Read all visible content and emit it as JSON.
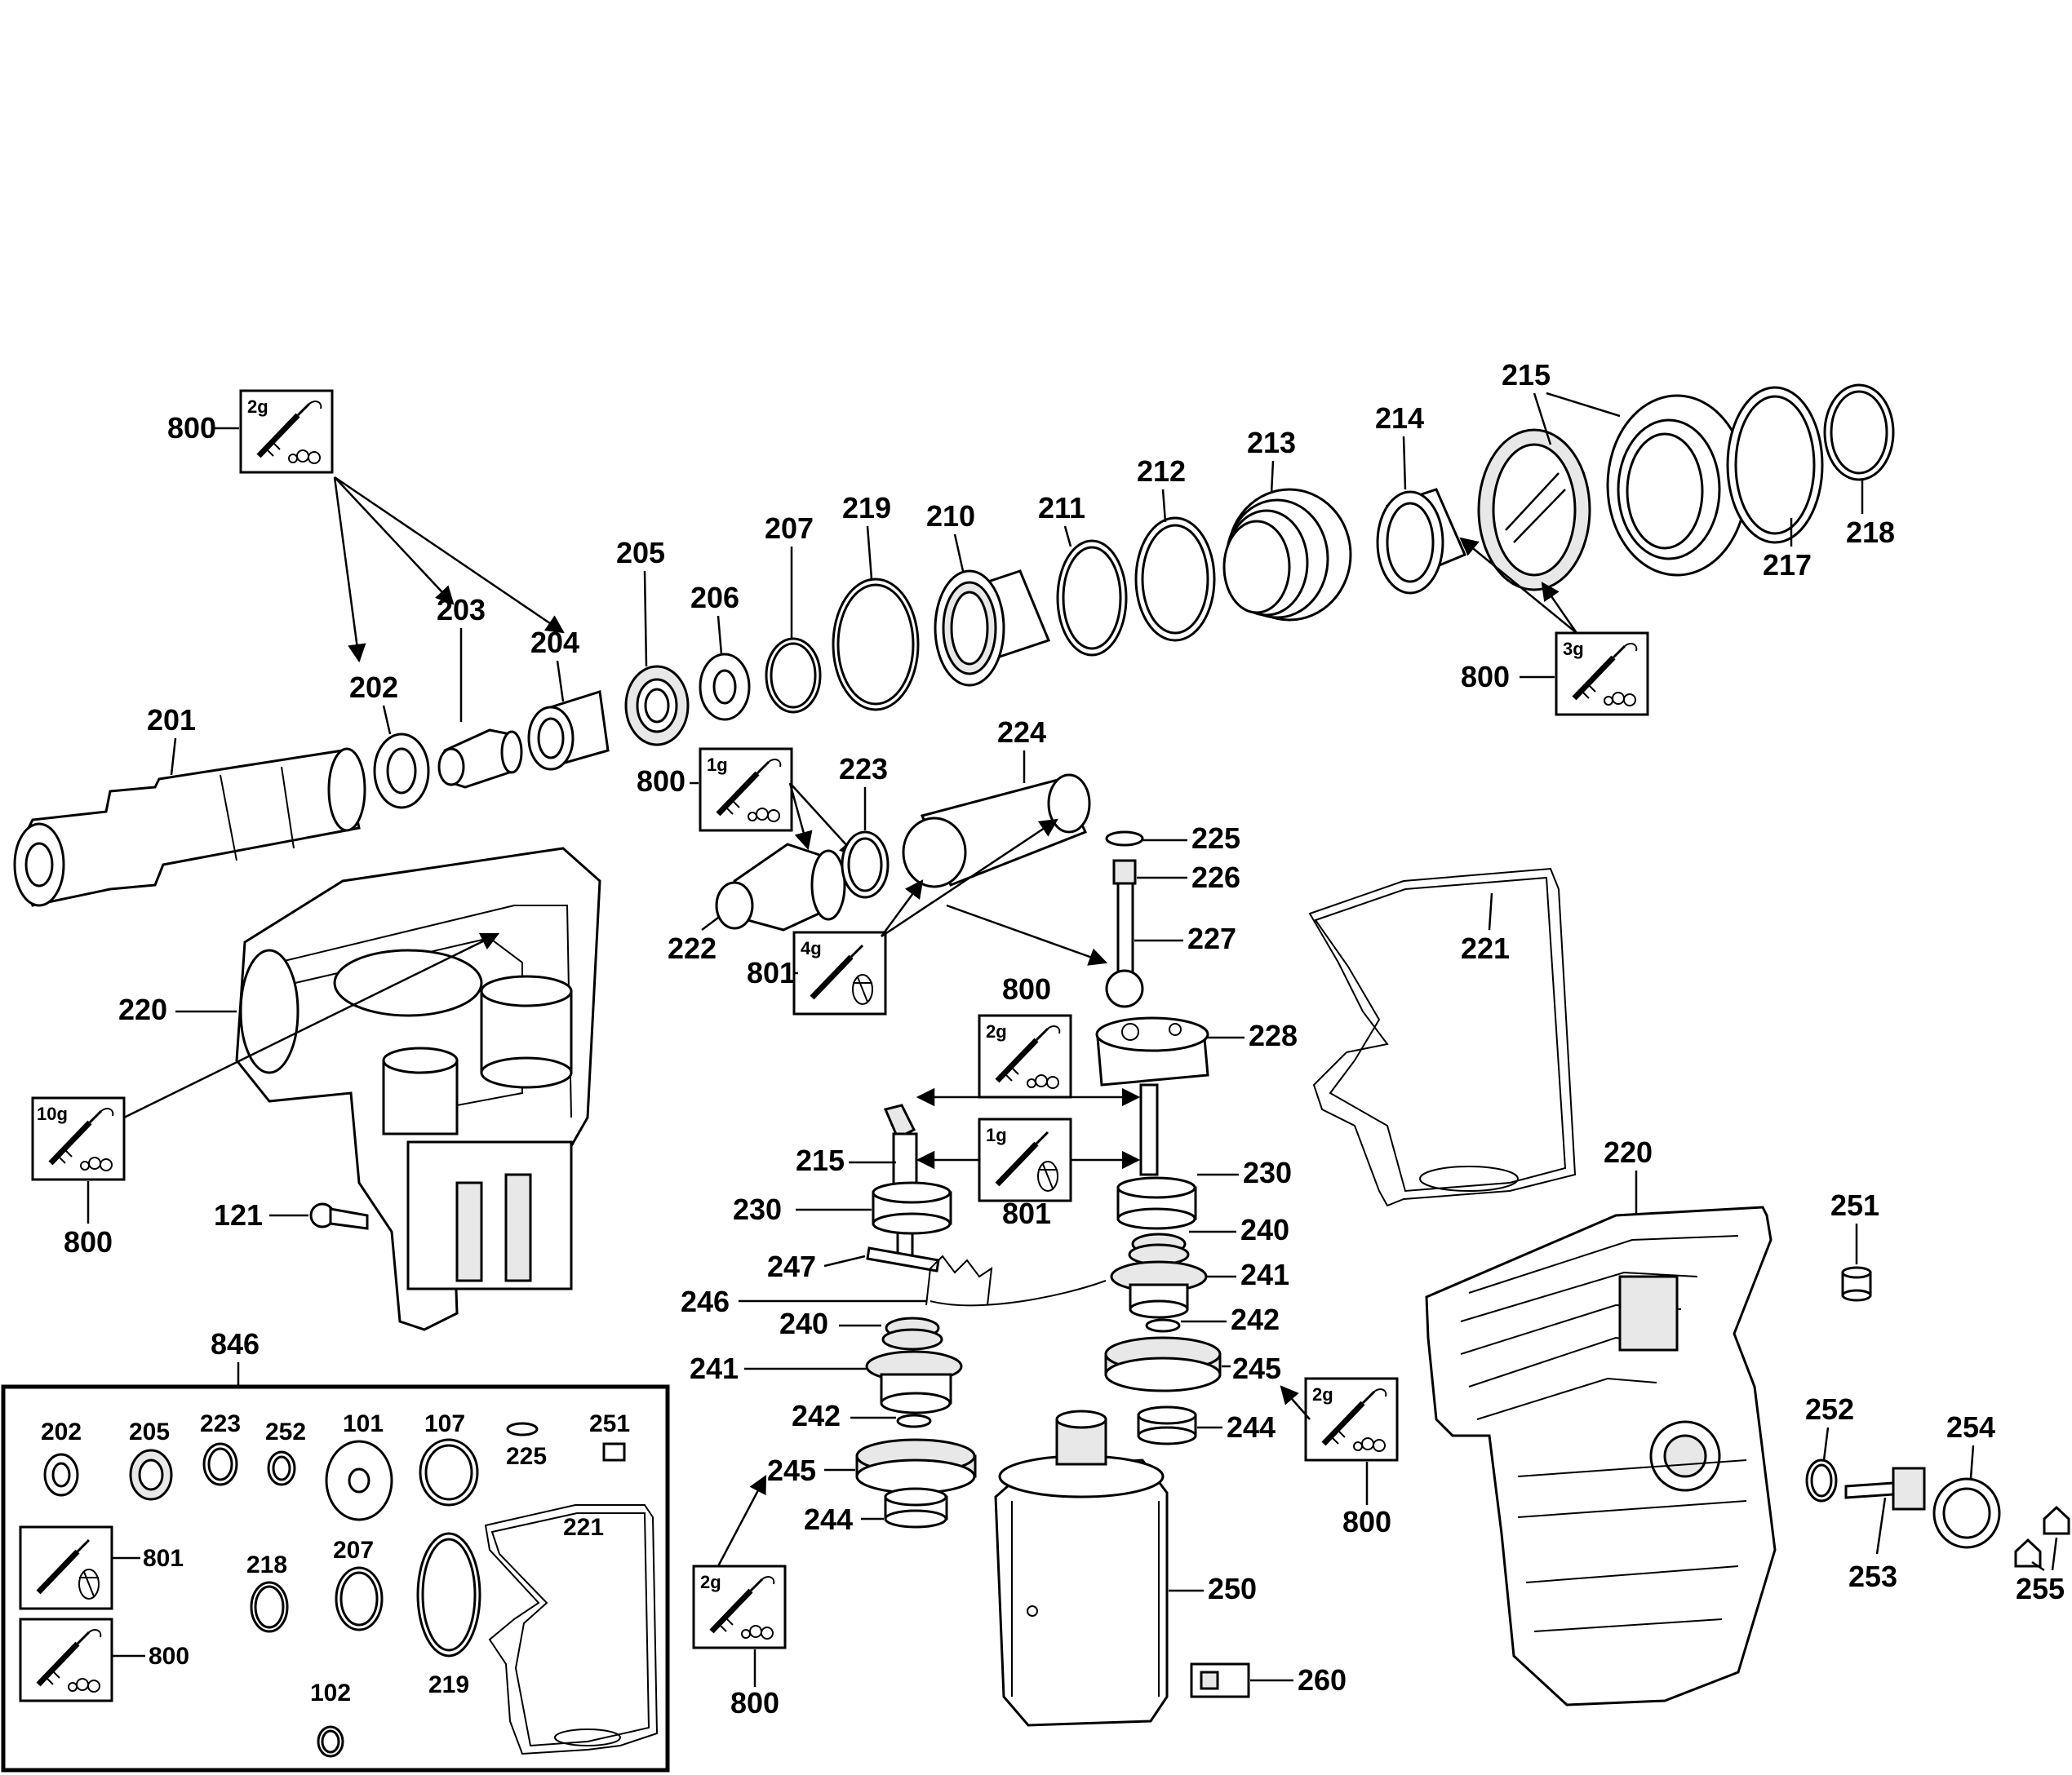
{
  "labels": {
    "l800a": "800",
    "l800b": "800",
    "l800c": "800",
    "l800d": "800",
    "l800e": "800",
    "l800f": "800",
    "l800g": "800",
    "l800h": "800",
    "l801a": "801",
    "l801b": "801",
    "l801c": "801",
    "l201": "201",
    "l202": "202",
    "l203": "203",
    "l204": "204",
    "l205": "205",
    "l206": "206",
    "l207": "207",
    "l219": "219",
    "l210": "210",
    "l211": "211",
    "l212": "212",
    "l213": "213",
    "l214": "214",
    "l215a": "215",
    "l215b": "215",
    "l217": "217",
    "l218": "218",
    "l224": "224",
    "l223": "223",
    "l222": "222",
    "l225": "225",
    "l226": "226",
    "l227": "227",
    "l221": "221",
    "l228": "228",
    "l220a": "220",
    "l220b": "220",
    "l121": "121",
    "l230a": "230",
    "l230b": "230",
    "l247": "247",
    "l246": "246",
    "l240a": "240",
    "l240b": "240",
    "l241a": "241",
    "l241b": "241",
    "l242a": "242",
    "l242b": "242",
    "l245a": "245",
    "l245b": "245",
    "l244a": "244",
    "l244b": "244",
    "l250": "250",
    "l260": "260",
    "l251": "251",
    "l252": "252",
    "l253": "253",
    "l254": "254",
    "l255": "255",
    "l846": "846"
  },
  "kits": {
    "k1": "2g",
    "k2": "3g",
    "k3": "1g",
    "k4": "4g",
    "k5": "10g",
    "k6": "2g",
    "k7": "1g",
    "k8": "2g",
    "k9": "2g"
  },
  "inset": {
    "i202": "202",
    "i205": "205",
    "i223": "223",
    "i252": "252",
    "i101": "101",
    "i107": "107",
    "i225": "225",
    "i251": "251",
    "i801": "801",
    "i218": "218",
    "i207": "207",
    "i221": "221",
    "i219": "219",
    "i800": "800",
    "i102": "102"
  }
}
